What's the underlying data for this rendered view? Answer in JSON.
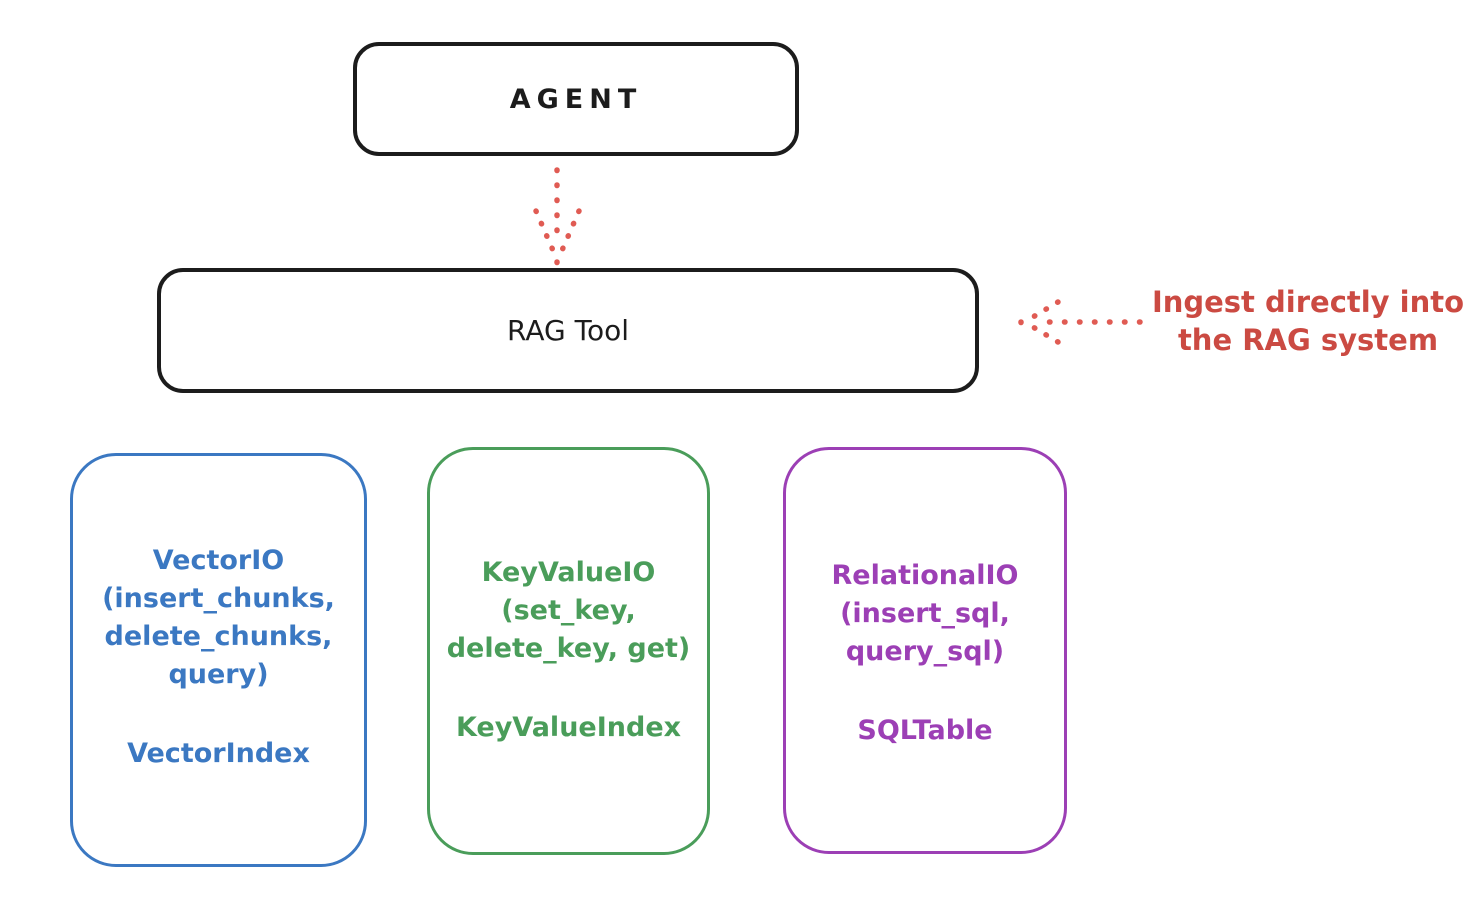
{
  "colors": {
    "background": "#ffffff",
    "black": "#1c1c1c",
    "blue": "#3b78c2",
    "green": "#4a9d5a",
    "purple": "#9c3fb5",
    "red_text": "#cb4a42",
    "red_arrow": "#e05b53"
  },
  "agent_box": {
    "label": "AGENT"
  },
  "rag_tool_box": {
    "label": "RAG Tool"
  },
  "annotation": {
    "text": "Ingest directly into\nthe RAG system"
  },
  "backends": [
    {
      "lines": [
        "VectorIO",
        "(insert_chunks,",
        "delete_chunks,",
        "query)"
      ],
      "index": "VectorIndex"
    },
    {
      "lines": [
        "KeyValueIO",
        "(set_key,",
        "delete_key, get)"
      ],
      "index": "KeyValueIndex"
    },
    {
      "lines": [
        "RelationalIO",
        "(insert_sql,",
        "query_sql)"
      ],
      "index": "SQLTable"
    }
  ],
  "arrows": [
    {
      "name": "agent-to-ragtool",
      "style": "dotted"
    },
    {
      "name": "annotation-to-ragtool",
      "style": "dotted"
    }
  ]
}
